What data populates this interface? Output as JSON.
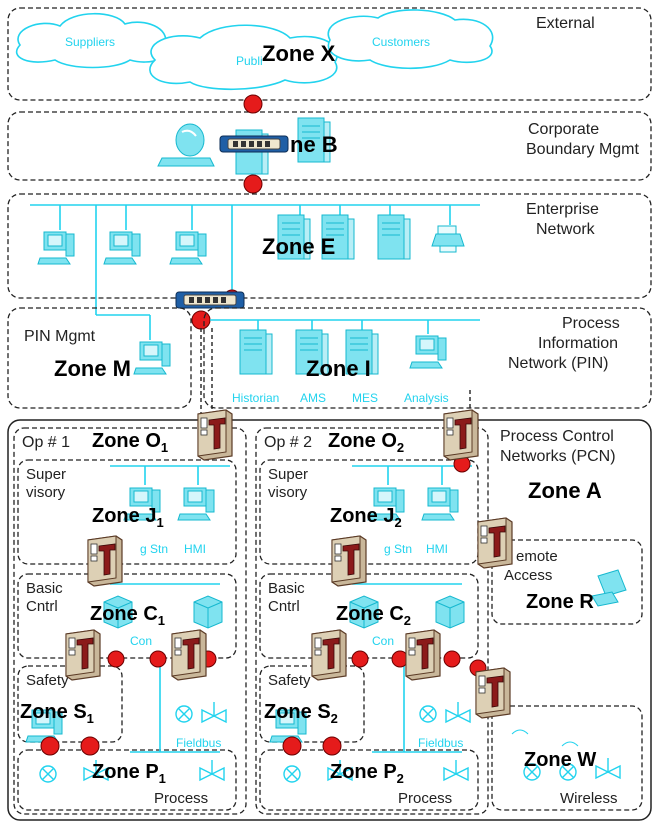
{
  "zones": {
    "external": {
      "title": "External",
      "zone": "Zone X"
    },
    "corporate": {
      "title_line1": "Corporate",
      "title_line2": "Boundary Mgmt",
      "zone": "ne B"
    },
    "enterprise": {
      "title_line1": "Enterprise",
      "title_line2": "Network",
      "zone": "Zone E"
    },
    "pin_mgmt": {
      "title": "PIN Mgmt",
      "zone": "Zone M"
    },
    "pin": {
      "title_line1": "Process",
      "title_line2": "Information",
      "title_line3": "Network (PIN)",
      "zone": "Zone I"
    },
    "pcn": {
      "title_line1": "Process Control",
      "title_line2": "Networks (PCN)",
      "zone": "Zone A"
    },
    "op1": {
      "title": "Op # 1",
      "zone": "Zone O",
      "sub": "1"
    },
    "op2": {
      "title": "Op # 2",
      "zone": "Zone O",
      "sub": "2"
    },
    "sup1": {
      "title_line1": "Super",
      "title_line2": "visory",
      "zone": "Zone J",
      "sub": "1"
    },
    "sup2": {
      "title_line1": "Super",
      "title_line2": "visory",
      "zone": "Zone J",
      "sub": "2"
    },
    "basic1": {
      "title_line1": "Basic",
      "title_line2": "Cntrl",
      "zone": "Zone C",
      "sub": "1"
    },
    "basic2": {
      "title_line1": "Basic",
      "title_line2": "Cntrl",
      "zone": "Zone C",
      "sub": "2"
    },
    "safety1": {
      "title": "Safety",
      "zone": "Zone S",
      "sub": "1"
    },
    "safety2": {
      "title": "Safety",
      "zone": "Zone S",
      "sub": "2"
    },
    "process1": {
      "title": "Process",
      "zone": "Zone P",
      "sub": "1"
    },
    "process2": {
      "title": "Process",
      "zone": "Zone P",
      "sub": "2"
    },
    "remote": {
      "title_line1": "emote",
      "title_line2": "Access",
      "zone": "Zone R"
    },
    "wireless": {
      "title": "Wireless",
      "zone": "Zone W"
    }
  },
  "labels": {
    "suppliers": "Suppliers",
    "customers": "Customers",
    "public": "Publi",
    "historian": "Historian",
    "ams": "AMS",
    "mes": "MES",
    "analysis": "Analysis",
    "eng_stn_1": "g Stn",
    "hmi_1": "HMI",
    "eng_stn_2": "g Stn",
    "hmi_2": "HMI",
    "ctrl_1": "Con",
    "ctrl_2": "Con",
    "fieldbus_1": "Fieldbus",
    "fieldbus_2": "Fieldbus"
  },
  "colors": {
    "network": "#22d3ee",
    "conduit": "#e51b1b",
    "firewall_body": "#c9b79a",
    "firewall_letter": "#8b1a1a",
    "border": "#222222"
  },
  "icons": [
    "cloud-icon",
    "router-icon",
    "server-icon",
    "workstation-icon",
    "printer-icon",
    "firewall-icon",
    "conduit-icon",
    "valve-icon",
    "sensor-icon",
    "controller-icon",
    "wireless-device-icon"
  ]
}
